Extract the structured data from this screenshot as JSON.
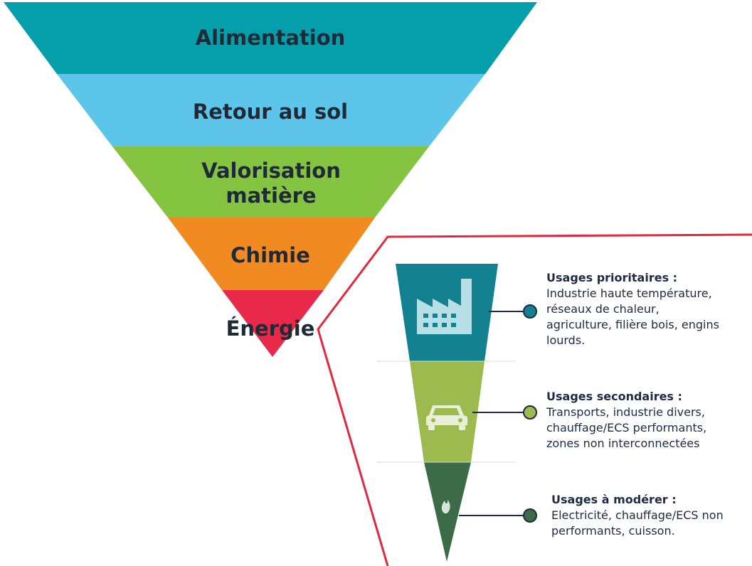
{
  "pyramid": {
    "levels": [
      {
        "label": "Alimentation",
        "color": "#059fab"
      },
      {
        "label": "Retour au sol",
        "color": "#5ec5ea"
      },
      {
        "label": "Valorisation matière",
        "color": "#85c441"
      },
      {
        "label": "Chimie",
        "color": "#f28a22"
      },
      {
        "label": "Énergie",
        "color": "#e8294a"
      }
    ]
  },
  "zoom": {
    "frame_color": "#e0283e",
    "usages": [
      {
        "title": "Usages prioritaires :",
        "body": "Industrie haute température, réseaux de chaleur, agriculture, filière bois, engins lourds.",
        "color": "#13818f",
        "icon": "factory-icon"
      },
      {
        "title": "Usages secondaires :",
        "body": "Transports, industrie divers, chauffage/ECS performants, zones non interconnectées",
        "color": "#9cba4d",
        "icon": "car-icon"
      },
      {
        "title": "Usages à modérer :",
        "body": "Electricité, chauffage/ECS non performants, cuisson.",
        "color": "#3b6b47",
        "icon": "flame-icon"
      }
    ]
  }
}
